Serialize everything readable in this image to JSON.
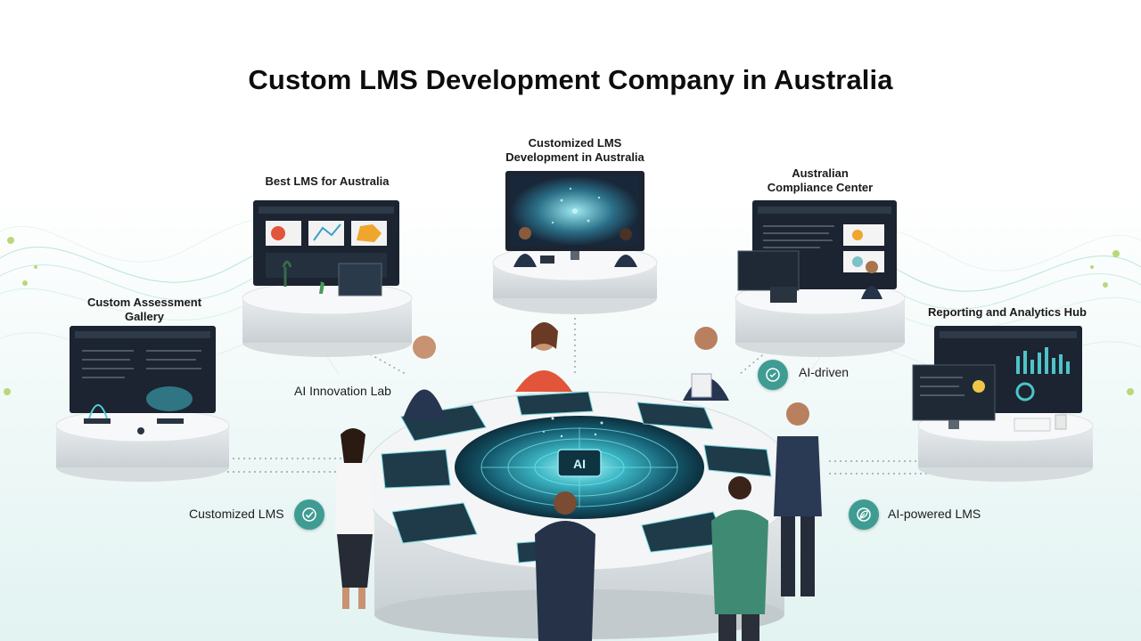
{
  "title": "Custom LMS Development Company in Australia",
  "stations": {
    "center_top": "Customized LMS\nDevelopment in Australia",
    "best_lms": "Best LMS for Australia",
    "compliance": "Australian\nCompliance Center",
    "assessment": "Custom Assessment\nGallery",
    "reporting": "Reporting and Analytics Hub"
  },
  "labels": {
    "innovation_lab": "AI Innovation Lab",
    "ai_driven": "AI-driven",
    "customized_lms": "Customized LMS",
    "ai_powered": "AI-powered LMS",
    "hub_chip": "AI"
  },
  "icons": {
    "ai_driven": "ai-chip-icon",
    "customized_lms": "check-circle-icon",
    "ai_powered": "leaf-icon"
  },
  "colors": {
    "accent": "#3f9c93",
    "screen": "#1c2430",
    "hub_glow": "#4fd3d8",
    "platform": "#f4f5f6"
  }
}
